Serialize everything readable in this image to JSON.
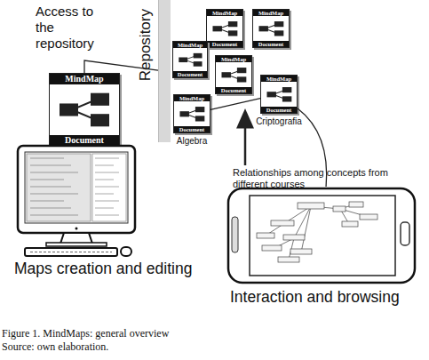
{
  "diagram": {
    "caption": "Figure 1. MindMaps: general overview",
    "nodes": [
      {
        "text": [
          "Repository"
        ]
      },
      {
        "text": [
          "MindMap",
          "Document"
        ]
      },
      {
        "text": [
          "MindMap",
          "Document"
        ]
      },
      {
        "text": [
          "MindMap",
          "Document"
        ]
      },
      {
        "text": [
          "MindMap",
          "Document"
        ]
      },
      {
        "text": [
          "MindMap",
          "Document"
        ]
      },
      {
        "text": [
          "MindMap",
          "Document",
          "Algebra"
        ]
      },
      {
        "text": [
          "MindMap",
          "Document",
          "Criptografia"
        ]
      },
      {
        "text": [
          "Maps creation and editing"
        ]
      },
      {
        "text": [
          "Interaction and browsing"
        ]
      }
    ],
    "edges": [
      {
        "from": 1,
        "to": 0,
        "arrow": "none"
      },
      {
        "from": 6,
        "to": 7,
        "arrow": "none"
      },
      {
        "from": 7,
        "to": 9,
        "arrow": "none"
      }
    ],
    "labels": [
      "Access to the repository",
      "Relationships among concepts from different courses",
      "Source: own elaboration."
    ]
  }
}
